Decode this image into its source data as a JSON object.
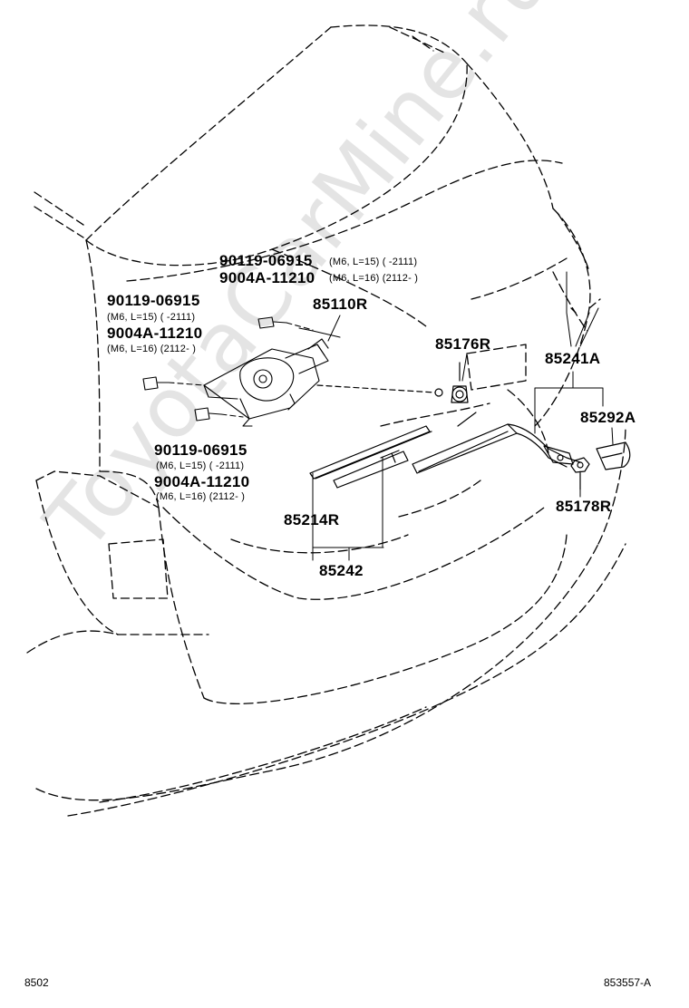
{
  "watermark": "ToyotaCarMine.ru",
  "labels": {
    "bolt_top_1": "90119-06915",
    "bolt_top_1_spec": "(M6, L=15) (        -2111)",
    "bolt_top_2": "9004A-11210",
    "bolt_top_2_spec": "(M6, L=16) (2112-         )",
    "bolt_left_1": "90119-06915",
    "bolt_left_1_spec": "(M6, L=15) (        -2111)",
    "bolt_left_2": "9004A-11210",
    "bolt_left_2_spec": "(M6, L=16) (2112-         )",
    "bolt_bottom_1": "90119-06915",
    "bolt_bottom_1_spec": "(M6, L=15) (        -2111)",
    "bolt_bottom_2": "9004A-11210",
    "bolt_bottom_2_spec": "(M6, L=16) (2112-         )",
    "motor": "85110R",
    "pivot_cap": "85176R",
    "wiper_arm": "85241A",
    "arm_cover": "85292A",
    "nut": "85178R",
    "blade_rubber": "85214R",
    "blade": "85242"
  },
  "footer": {
    "left": "8502",
    "right": "853557-A"
  }
}
